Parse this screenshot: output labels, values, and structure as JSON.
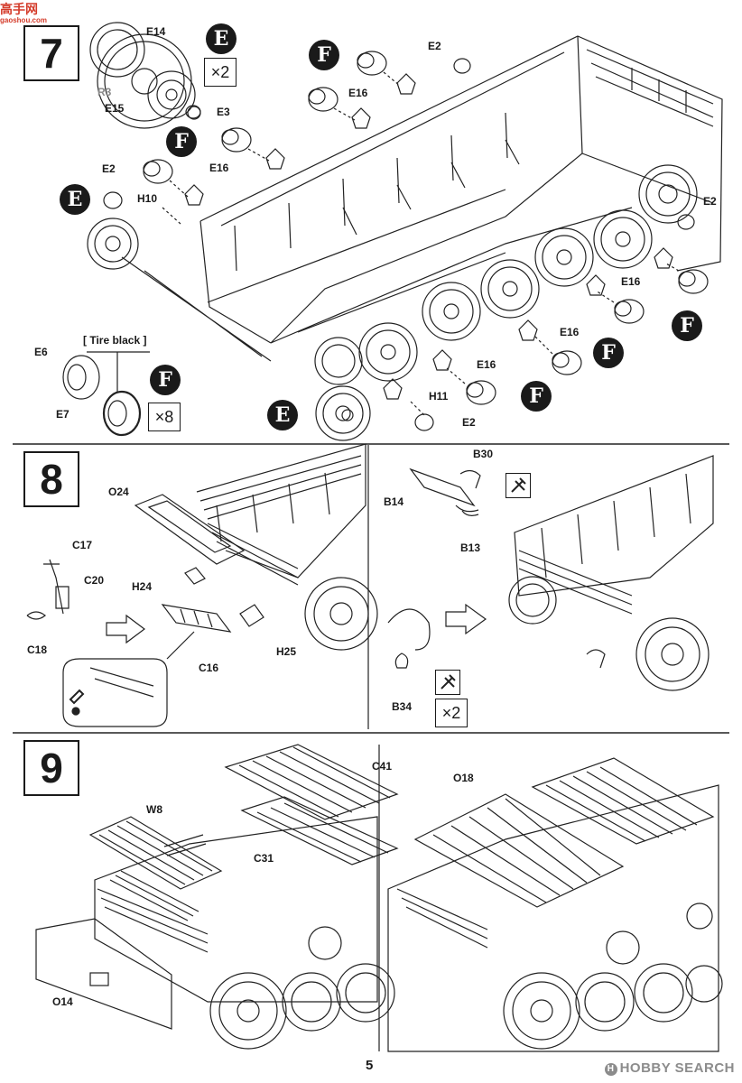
{
  "watermark": {
    "site_cn": "高手网",
    "site_url": "gaoshou.com"
  },
  "page_number": "5",
  "footer_brand": {
    "mark": "H",
    "text": "HOBBY SEARCH"
  },
  "step7": {
    "number": "7",
    "badges": [
      "E",
      "F",
      "F",
      "E",
      "F",
      "F",
      "F",
      "E",
      "F"
    ],
    "multipliers": {
      "e": "×2",
      "f": "×8"
    },
    "note": "[ Tire black ]",
    "parts": {
      "E14": "E14",
      "R3": "R3",
      "E15": "E15",
      "E3": "E3",
      "E2": "E2",
      "E16": "E16",
      "H10": "H10",
      "E6": "E6",
      "E7": "E7",
      "H11": "H11"
    }
  },
  "step8": {
    "number": "8",
    "multiplier": "×2",
    "parts": {
      "O24": "O24",
      "C17": "C17",
      "C20": "C20",
      "C18": "C18",
      "H24": "H24",
      "H25": "H25",
      "C16": "C16",
      "B30": "B30",
      "B14": "B14",
      "B13": "B13",
      "B34": "B34"
    }
  },
  "step9": {
    "number": "9",
    "parts": {
      "W8": "W8",
      "C41": "C41",
      "C31": "C31",
      "O18": "O18",
      "O14": "O14"
    }
  }
}
